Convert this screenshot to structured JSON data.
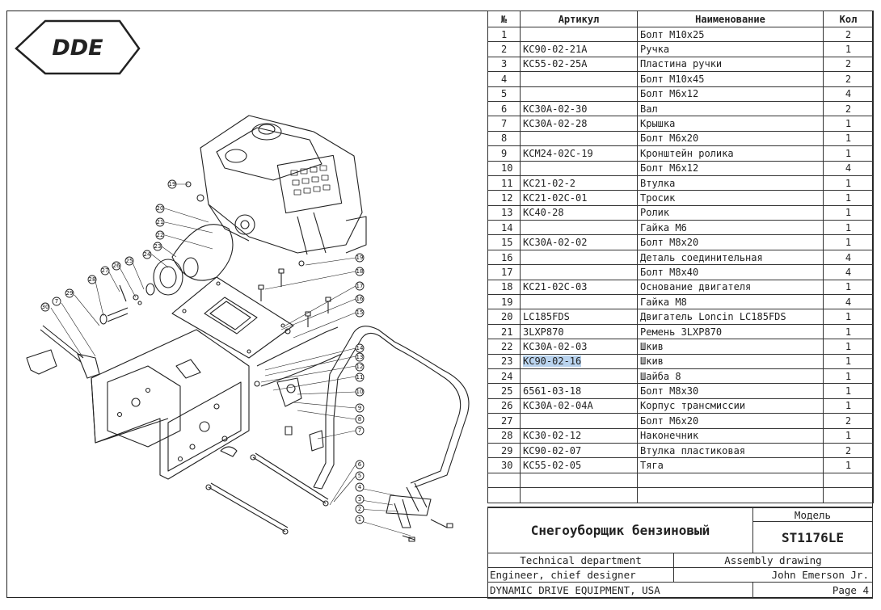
{
  "brand": {
    "logo_text": "DDE"
  },
  "parts_table": {
    "headers": {
      "num": "№",
      "article": "Артикул",
      "name": "Наименование",
      "qty": "Кол"
    },
    "rows": [
      {
        "num": "1",
        "article": "",
        "name": "Болт M10x25",
        "qty": "2"
      },
      {
        "num": "2",
        "article": "KC90-02-21A",
        "name": "Ручка",
        "qty": "1"
      },
      {
        "num": "3",
        "article": "KC55-02-25A",
        "name": "Пластина ручки",
        "qty": "2"
      },
      {
        "num": "4",
        "article": "",
        "name": "Болт M10x45",
        "qty": "2"
      },
      {
        "num": "5",
        "article": "",
        "name": "Болт M6x12",
        "qty": "4"
      },
      {
        "num": "6",
        "article": "KC30A-02-30",
        "name": "Вал",
        "qty": "2"
      },
      {
        "num": "7",
        "article": "KC30A-02-28",
        "name": "Крышка",
        "qty": "1"
      },
      {
        "num": "8",
        "article": "",
        "name": "Болт M6x20",
        "qty": "1"
      },
      {
        "num": "9",
        "article": "KCM24-02C-19",
        "name": "Кронштейн ролика",
        "qty": "1"
      },
      {
        "num": "10",
        "article": "",
        "name": "Болт M6x12",
        "qty": "4"
      },
      {
        "num": "11",
        "article": "KC21-02-2",
        "name": "Втулка",
        "qty": "1"
      },
      {
        "num": "12",
        "article": "KC21-02C-01",
        "name": "Тросик",
        "qty": "1"
      },
      {
        "num": "13",
        "article": "KC40-28",
        "name": "Ролик",
        "qty": "1"
      },
      {
        "num": "14",
        "article": "",
        "name": "Гайка M6",
        "qty": "1"
      },
      {
        "num": "15",
        "article": "KC30A-02-02",
        "name": "Болт M8x20",
        "qty": "1"
      },
      {
        "num": "16",
        "article": "",
        "name": "Деталь соединительная",
        "qty": "4"
      },
      {
        "num": "17",
        "article": "",
        "name": "Болт M8x40",
        "qty": "4"
      },
      {
        "num": "18",
        "article": "KC21-02C-03",
        "name": "Основание двигателя",
        "qty": "1"
      },
      {
        "num": "19",
        "article": "",
        "name": "Гайка M8",
        "qty": "4"
      },
      {
        "num": "20",
        "article": "LC185FDS",
        "name": "Двигатель Loncin LC185FDS",
        "qty": "1"
      },
      {
        "num": "21",
        "article": "3LXP870",
        "name": "Ремень 3LXP870",
        "qty": "1"
      },
      {
        "num": "22",
        "article": "KC30A-02-03",
        "name": "Шкив",
        "qty": "1"
      },
      {
        "num": "23",
        "article": "KC90-02-16",
        "name": "Шкив",
        "qty": "1"
      },
      {
        "num": "24",
        "article": "",
        "name": "Шайба 8",
        "qty": "1"
      },
      {
        "num": "25",
        "article": "6561-03-18",
        "name": "Болт M8x30",
        "qty": "1"
      },
      {
        "num": "26",
        "article": "KC30A-02-04A",
        "name": "Корпус трансмиссии",
        "qty": "1"
      },
      {
        "num": "27",
        "article": "",
        "name": "Болт M6x20",
        "qty": "2"
      },
      {
        "num": "28",
        "article": "KC30-02-12",
        "name": "Наконечник",
        "qty": "1"
      },
      {
        "num": "29",
        "article": "KC90-02-07",
        "name": "Втулка пластиковая",
        "qty": "2"
      },
      {
        "num": "30",
        "article": "KC55-02-05",
        "name": "Тяга",
        "qty": "1"
      },
      {
        "num": "",
        "article": "",
        "name": "",
        "qty": ""
      },
      {
        "num": "",
        "article": "",
        "name": "",
        "qty": ""
      }
    ],
    "selected_article": "KC90-02-16"
  },
  "title_block": {
    "product_name": "Снегоуборщик бензиновый",
    "model_label": "Модель",
    "model_value": "ST1176LE",
    "department": "Technical department",
    "drawing_type": "Assembly drawing",
    "role": "Engineer, chief designer",
    "designer": "John Emerson Jr.",
    "company": "DYNAMIC DRIVE EQUIPMENT, USA",
    "page": "Page 4"
  },
  "callouts": [
    "1",
    "2",
    "3",
    "4",
    "5",
    "6",
    "7",
    "8",
    "9",
    "10",
    "11",
    "12",
    "13",
    "14",
    "15",
    "16",
    "17",
    "18",
    "19",
    "20",
    "21",
    "22",
    "23",
    "24",
    "25",
    "26",
    "27",
    "28",
    "29",
    "30"
  ],
  "colors": {
    "line": "#222222",
    "highlight": "#b9d3ee",
    "background": "#ffffff"
  }
}
